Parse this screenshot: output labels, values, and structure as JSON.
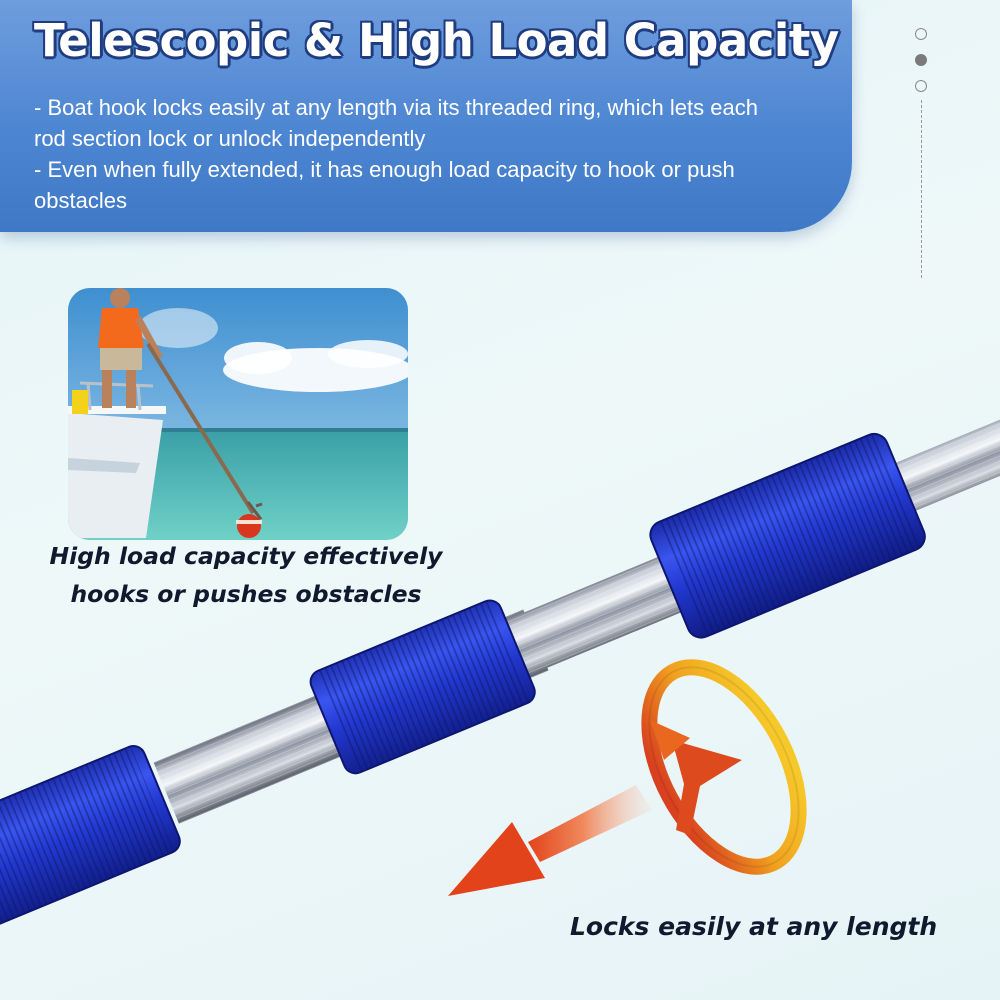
{
  "banner": {
    "title": "Telescopic & High Load Capacity",
    "bullets": [
      "- Boat hook locks easily at any length via its threaded ring, which lets each rod section lock or unlock independently",
      "- Even when fully extended, it has enough load capacity to hook or push obstacles"
    ]
  },
  "pager": {
    "count": 3,
    "active_index": 1
  },
  "captions": {
    "load_capacity_line1": "High load capacity effectively",
    "load_capacity_line2": "hooks or pushes obstacles",
    "locks": "Locks easily at any length"
  },
  "colors": {
    "banner": "#4d86d2",
    "title_outline": "#1f3c80",
    "ring_blue": "#2a3fd6",
    "arrow_red": "#d8401f",
    "arrow_orange": "#f0a21f",
    "caption_text": "#0f1a2e"
  },
  "icons": {
    "rotate": "rotate-arrow-icon",
    "direction": "direction-arrow-icon"
  }
}
